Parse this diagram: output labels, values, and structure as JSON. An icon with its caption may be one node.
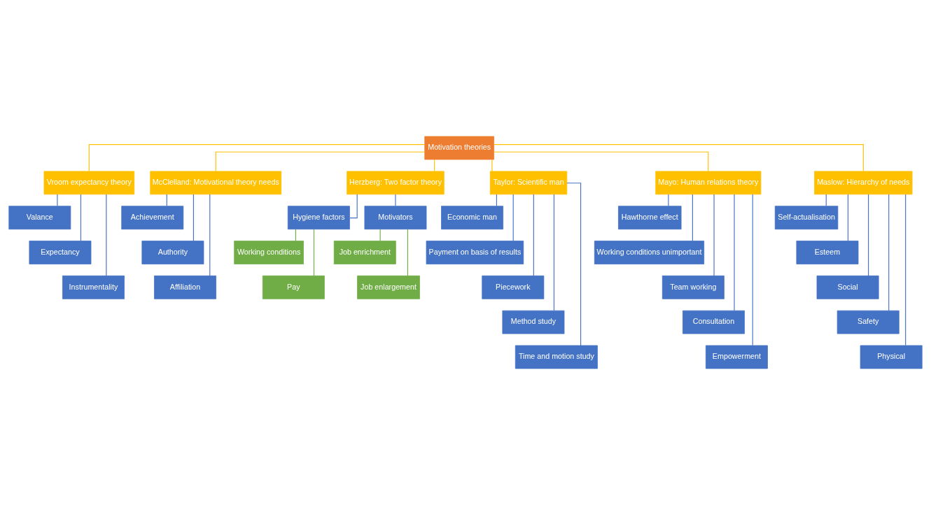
{
  "diagram": {
    "nodes": [
      {
        "text": [
          "Motivation theories"
        ]
      },
      {
        "text": [
          "Vroom expectancy theory"
        ]
      },
      {
        "text": [
          "McClelland: Motivational theory needs"
        ]
      },
      {
        "text": [
          "Herzberg: Two factor theory"
        ]
      },
      {
        "text": [
          "Taylor: Scientific man"
        ]
      },
      {
        "text": [
          "Mayo: Human relations theory"
        ]
      },
      {
        "text": [
          "Maslow: Hierarchy of needs"
        ]
      },
      {
        "text": [
          "Valance"
        ]
      },
      {
        "text": [
          "Expectancy"
        ]
      },
      {
        "text": [
          "Instrumentality"
        ]
      },
      {
        "text": [
          "Achievement"
        ]
      },
      {
        "text": [
          "Authority"
        ]
      },
      {
        "text": [
          "Affiliation"
        ]
      },
      {
        "text": [
          "Hygiene factors"
        ]
      },
      {
        "text": [
          "Motivators"
        ]
      },
      {
        "text": [
          "Working conditions"
        ]
      },
      {
        "text": [
          "Pay"
        ]
      },
      {
        "text": [
          "Job enrichment"
        ]
      },
      {
        "text": [
          "Job enlargement"
        ]
      },
      {
        "text": [
          "Economic man"
        ]
      },
      {
        "text": [
          "Payment on basis of results"
        ]
      },
      {
        "text": [
          "Piecework"
        ]
      },
      {
        "text": [
          "Method study"
        ]
      },
      {
        "text": [
          "Time and motion study"
        ]
      },
      {
        "text": [
          "Hawthorne effect"
        ]
      },
      {
        "text": [
          "Working conditions unimportant"
        ]
      },
      {
        "text": [
          "Team working"
        ]
      },
      {
        "text": [
          "Consultation"
        ]
      },
      {
        "text": [
          "Empowerment"
        ]
      },
      {
        "text": [
          "Self-actualisation"
        ]
      },
      {
        "text": [
          "Esteem"
        ]
      },
      {
        "text": [
          "Social"
        ]
      },
      {
        "text": [
          "Safety"
        ]
      },
      {
        "text": [
          "Physical"
        ]
      }
    ],
    "edges": [
      {
        "from": 0,
        "to": 1,
        "arrow": "none",
        "color": "#ffc000"
      },
      {
        "from": 0,
        "to": 2,
        "arrow": "none",
        "color": "#ffc000"
      },
      {
        "from": 0,
        "to": 3,
        "arrow": "none",
        "color": "#ffc000"
      },
      {
        "from": 0,
        "to": 4,
        "arrow": "none",
        "color": "#ffc000"
      },
      {
        "from": 0,
        "to": 5,
        "arrow": "none",
        "color": "#ffc000"
      },
      {
        "from": 0,
        "to": 6,
        "arrow": "none",
        "color": "#ffc000"
      },
      {
        "from": 1,
        "to": 7,
        "arrow": "none"
      },
      {
        "from": 1,
        "to": 8,
        "arrow": "none"
      },
      {
        "from": 1,
        "to": 9,
        "arrow": "none"
      },
      {
        "from": 2,
        "to": 10,
        "arrow": "none"
      },
      {
        "from": 2,
        "to": 11,
        "arrow": "none"
      },
      {
        "from": 2,
        "to": 12,
        "arrow": "none"
      },
      {
        "from": 3,
        "to": 13,
        "arrow": "none"
      },
      {
        "from": 3,
        "to": 14,
        "arrow": "none"
      },
      {
        "from": 13,
        "to": 15,
        "arrow": "none",
        "color": "#70ad47"
      },
      {
        "from": 13,
        "to": 16,
        "arrow": "none",
        "color": "#70ad47"
      },
      {
        "from": 14,
        "to": 17,
        "arrow": "none",
        "color": "#70ad47"
      },
      {
        "from": 14,
        "to": 18,
        "arrow": "none",
        "color": "#70ad47"
      },
      {
        "from": 4,
        "to": 19,
        "arrow": "none"
      },
      {
        "from": 4,
        "to": 20,
        "arrow": "none"
      },
      {
        "from": 4,
        "to": 21,
        "arrow": "none"
      },
      {
        "from": 4,
        "to": 22,
        "arrow": "none"
      },
      {
        "from": 4,
        "to": 23,
        "arrow": "none"
      },
      {
        "from": 5,
        "to": 24,
        "arrow": "none"
      },
      {
        "from": 5,
        "to": 25,
        "arrow": "none"
      },
      {
        "from": 5,
        "to": 26,
        "arrow": "none"
      },
      {
        "from": 5,
        "to": 27,
        "arrow": "none"
      },
      {
        "from": 5,
        "to": 28,
        "arrow": "none"
      },
      {
        "from": 6,
        "to": 29,
        "arrow": "none"
      },
      {
        "from": 6,
        "to": 30,
        "arrow": "none"
      },
      {
        "from": 6,
        "to": 31,
        "arrow": "none"
      },
      {
        "from": 6,
        "to": 32,
        "arrow": "none"
      },
      {
        "from": 6,
        "to": 33,
        "arrow": "none"
      }
    ]
  }
}
